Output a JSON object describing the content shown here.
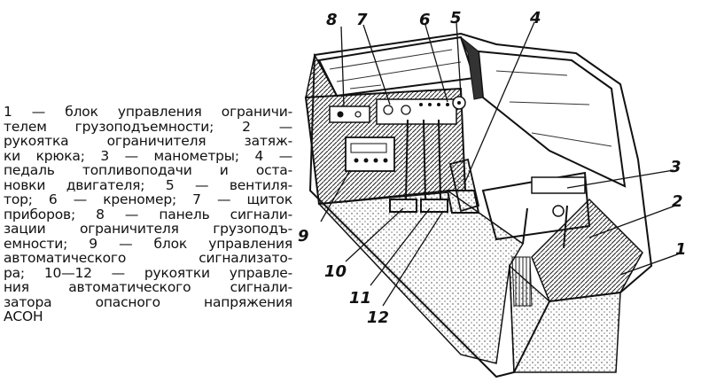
{
  "caption": {
    "lines": [
      "1 — блок управления ограничи-",
      "телем грузоподъемности; 2 —",
      "рукоятка ограничителя затяж-",
      "ки крюка; 3 — манометры; 4 —",
      "педаль топливоподачи и оста-",
      "новки двигателя; 5 — вентиля-",
      "тор; 6 — креномер; 7 — щиток",
      "приборов; 8 — панель сигнали-",
      "зации ограничителя грузоподъ-",
      "емности; 9 — блок управления",
      "автоматического сигнализато-",
      "ра; 10—12 — рукоятки управле-",
      "ния автоматического сигнали-",
      "затора опасного напряжения",
      "АСОН"
    ]
  },
  "callouts": {
    "n1": "1",
    "n2": "2",
    "n3": "3",
    "n4": "4",
    "n5": "5",
    "n6": "6",
    "n7": "7",
    "n8": "8",
    "n9": "9",
    "n10": "10",
    "n11": "11",
    "n12": "12"
  }
}
